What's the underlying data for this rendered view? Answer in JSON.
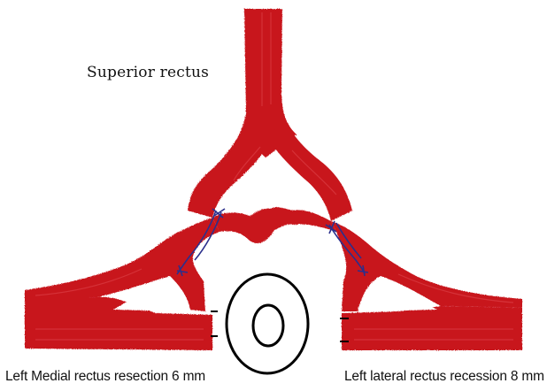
{
  "labels": {
    "superior_rectus": "Superior rectus",
    "medial_rectus": "Left Medial rectus resection 6 mm",
    "lateral_rectus": "Left lateral rectus recession 8 mm"
  },
  "colors": {
    "muscle": "#c8141e",
    "muscle_dark": "#a80f17",
    "muscle_highlight": "#e04850",
    "suture": "#2b2f8c",
    "outline": "#000000",
    "background": "#ffffff"
  }
}
